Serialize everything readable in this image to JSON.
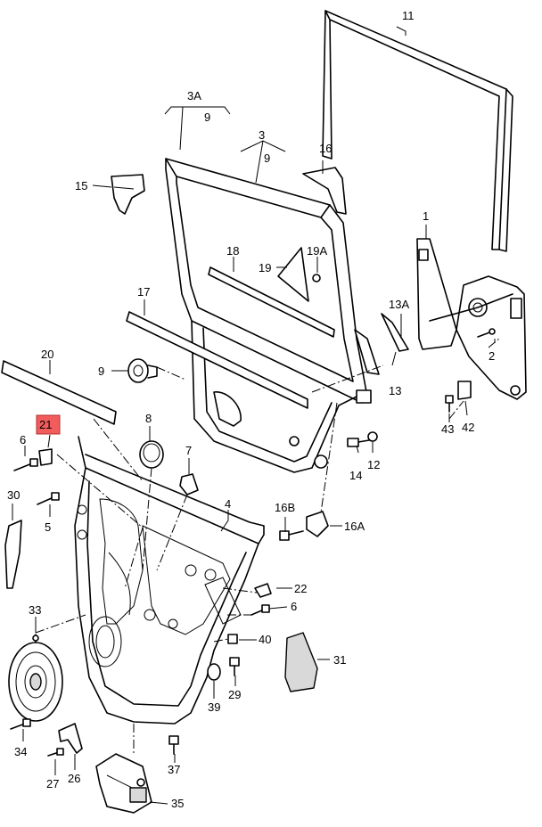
{
  "highlight": {
    "label": "21",
    "color": "#f25c5c"
  },
  "callouts": {
    "c1": "1",
    "c2": "2",
    "c3": "3",
    "c3a": "3A",
    "c4": "4",
    "c5": "5",
    "c6a": "6",
    "c6b": "6",
    "c7": "7",
    "c8": "8",
    "c9a": "9",
    "c9b": "9",
    "c9c": "9",
    "c11": "11",
    "c12": "12",
    "c13": "13",
    "c13a": "13A",
    "c14": "14",
    "c15": "15",
    "c16": "16",
    "c16a": "16A",
    "c16b": "16B",
    "c17": "17",
    "c18": "18",
    "c19": "19",
    "c19a": "19A",
    "c20": "20",
    "c21": "21",
    "c22": "22",
    "c26": "26",
    "c27": "27",
    "c29": "29",
    "c30": "30",
    "c31": "31",
    "c33": "33",
    "c34": "34",
    "c35": "35",
    "c37": "37",
    "c39": "39",
    "c40": "40",
    "c42": "42",
    "c43": "43"
  }
}
